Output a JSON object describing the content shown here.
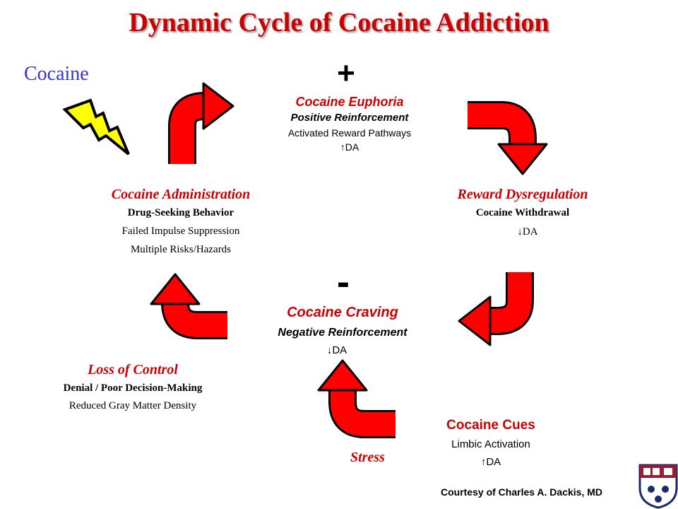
{
  "title": "Dynamic Cycle of Cocaine Addiction",
  "cocaine_label": "Cocaine",
  "plus_sign": "+",
  "minus_sign": "-",
  "euphoria": {
    "heading": "Cocaine Euphoria",
    "line1": "Positive Reinforcement",
    "line2": "Activated Reward Pathways",
    "line3": "↑DA"
  },
  "dysregulation": {
    "heading": "Reward Dysregulation",
    "line1": "Cocaine Withdrawal",
    "line2": "↓DA"
  },
  "craving": {
    "heading": "Cocaine Craving",
    "line1": "Negative Reinforcement",
    "line2": "↓DA"
  },
  "cues": {
    "heading": "Cocaine Cues",
    "line1": "Limbic Activation",
    "line2": "↑DA"
  },
  "stress_label": "Stress",
  "loss": {
    "heading": "Loss of Control",
    "line1": "Denial / Poor Decision-Making",
    "line2": "Reduced Gray Matter Density"
  },
  "administration": {
    "heading": "Cocaine Administration",
    "line1": "Drug-Seeking Behavior",
    "line2": "Failed Impulse Suppression",
    "line3": "Multiple Risks/Hazards"
  },
  "courtesy": "Courtesy of Charles A. Dackis, MD",
  "icons": [
    "lightning-bolt-icon",
    "university-shield-icon"
  ],
  "colors": {
    "title": "#cc0000",
    "arrow": "#ff0000",
    "cocaine_label": "#3333cc",
    "bolt": "#ffff00"
  }
}
